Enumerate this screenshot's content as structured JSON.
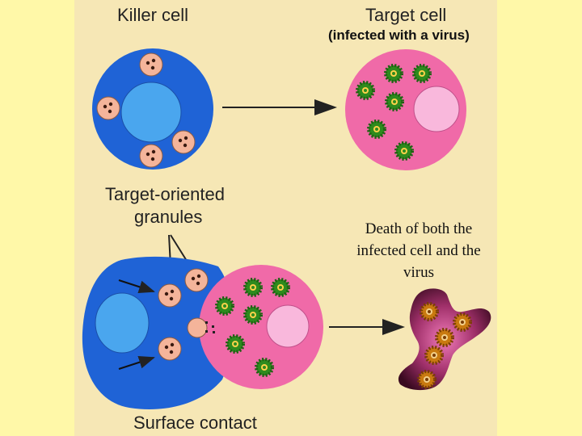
{
  "labels": {
    "killer_cell": "Killer cell",
    "target_cell": "Target cell",
    "target_subtitle": "(infected with a virus)",
    "granules_line1": "Target-oriented",
    "granules_line2": "granules",
    "death_line1": "Death of both the",
    "death_line2": "infected cell and the",
    "death_line3": "virus",
    "surface_contact": "Surface contact"
  },
  "colors": {
    "background": "#fff8a8",
    "panel": "#f6e7b5",
    "killer_cell": "#1f63d6",
    "killer_nucleus": "#4aa6ee",
    "target_cell": "#f06aa8",
    "target_nucleus": "#f9b8dc",
    "granule": "#f4b49a",
    "virus_body": "#2e8b1e",
    "virus_core": "#ffd24a",
    "debris": "#5a1030"
  }
}
